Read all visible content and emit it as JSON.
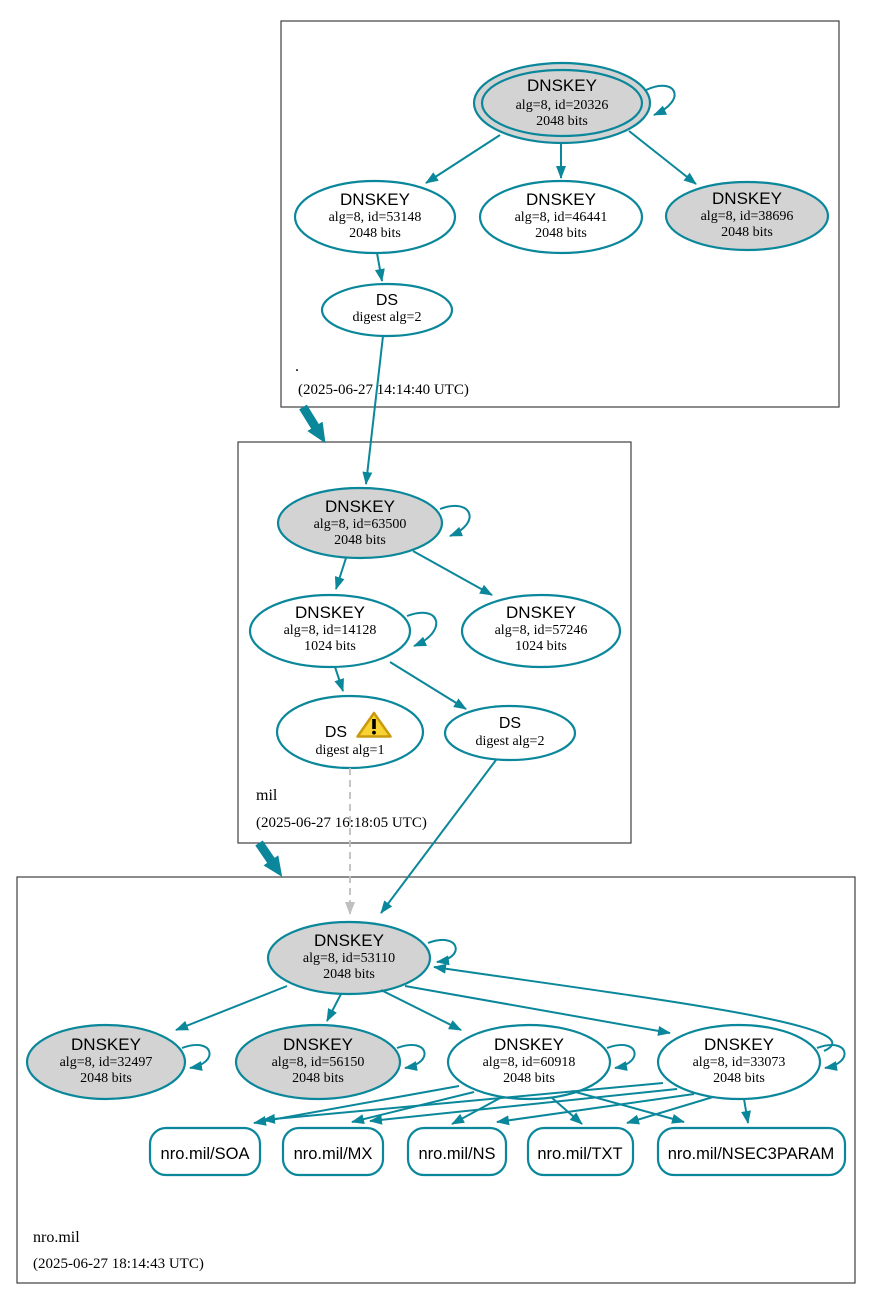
{
  "zones": [
    {
      "name": ".",
      "timestamp": "(2025-06-27 14:14:40 UTC)",
      "nodes": [
        {
          "label": "DNSKEY",
          "line1": "alg=8, id=20326",
          "line2": "2048 bits"
        },
        {
          "label": "DNSKEY",
          "line1": "alg=8, id=53148",
          "line2": "2048 bits"
        },
        {
          "label": "DNSKEY",
          "line1": "alg=8, id=46441",
          "line2": "2048 bits"
        },
        {
          "label": "DNSKEY",
          "line1": "alg=8, id=38696",
          "line2": "2048 bits"
        },
        {
          "label": "DS",
          "line1": "digest alg=2"
        }
      ]
    },
    {
      "name": "mil",
      "timestamp": "(2025-06-27 16:18:05 UTC)",
      "nodes": [
        {
          "label": "DNSKEY",
          "line1": "alg=8, id=63500",
          "line2": "2048 bits"
        },
        {
          "label": "DNSKEY",
          "line1": "alg=8, id=14128",
          "line2": "1024 bits"
        },
        {
          "label": "DNSKEY",
          "line1": "alg=8, id=57246",
          "line2": "1024 bits"
        },
        {
          "label": "DS",
          "line1": "digest alg=1",
          "warning": true
        },
        {
          "label": "DS",
          "line1": "digest alg=2"
        }
      ]
    },
    {
      "name": "nro.mil",
      "timestamp": "(2025-06-27 18:14:43 UTC)",
      "nodes": [
        {
          "label": "DNSKEY",
          "line1": "alg=8, id=53110",
          "line2": "2048 bits"
        },
        {
          "label": "DNSKEY",
          "line1": "alg=8, id=32497",
          "line2": "2048 bits"
        },
        {
          "label": "DNSKEY",
          "line1": "alg=8, id=56150",
          "line2": "2048 bits"
        },
        {
          "label": "DNSKEY",
          "line1": "alg=8, id=60918",
          "line2": "2048 bits"
        },
        {
          "label": "DNSKEY",
          "line1": "alg=8, id=33073",
          "line2": "2048 bits"
        }
      ],
      "rrsets": [
        {
          "label": "nro.mil/SOA"
        },
        {
          "label": "nro.mil/MX"
        },
        {
          "label": "nro.mil/NS"
        },
        {
          "label": "nro.mil/TXT"
        },
        {
          "label": "nro.mil/NSEC3PARAM"
        }
      ]
    }
  ],
  "colors": {
    "teal": "#0a879a",
    "grayfill": "#d3d3d3",
    "dashgray": "#bfbfbf",
    "boxgray": "#3f3f3f",
    "warnfill": "#f8d331",
    "warnstroke": "#c99a0e"
  }
}
